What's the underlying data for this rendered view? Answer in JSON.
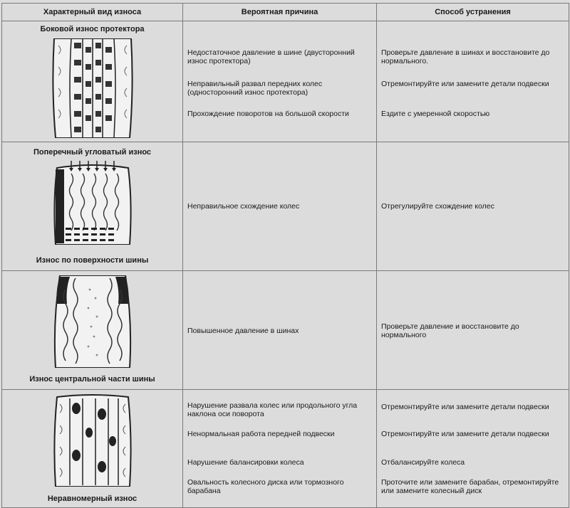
{
  "header": {
    "col1": "Характерный вид износа",
    "col2": "Вероятная причина",
    "col3": "Способ устранения"
  },
  "rows": [
    {
      "wear_titles": [
        "Боковой износ протектора"
      ],
      "causes": [
        "Недостаточное давление в шине (двусторонний износ протектора)",
        "Неправильный развал передних колес (односторонний износ протектора)",
        "Прохождение поворотов на большой скорости"
      ],
      "remedies": [
        "Проверьте давление в шинах и восстановите до нормального.",
        "Отремонтируйте или замените детали подвески",
        "Ездите с умеренной скоростью"
      ]
    },
    {
      "wear_titles": [
        "Поперечный угловатый износ",
        "Износ по поверхности шины"
      ],
      "causes": [
        "Неправильное схождение колес"
      ],
      "remedies": [
        "Отрегулируйте схождение колес"
      ]
    },
    {
      "wear_titles": [
        "Износ центральной части шины"
      ],
      "causes": [
        "Повышенное давление в шинах"
      ],
      "remedies": [
        "Проверьте давление и восстановите до нормального"
      ]
    },
    {
      "wear_titles": [
        "Неравномерный износ"
      ],
      "causes": [
        "Нарушение развала колес или продольного угла наклона оси поворота",
        "Ненормальная работа передней подвески",
        "Нарушение балансировки колеса",
        "Овальность колесного диска или тормозного барабана"
      ],
      "remedies": [
        "Отремонтируйте или замените детали подвески",
        "Отремонтируйте или замените детали подвески",
        "Отбалансируйте колеса",
        "Проточите или замените барабан, отремонтируйте или замените колесный диск"
      ]
    }
  ]
}
